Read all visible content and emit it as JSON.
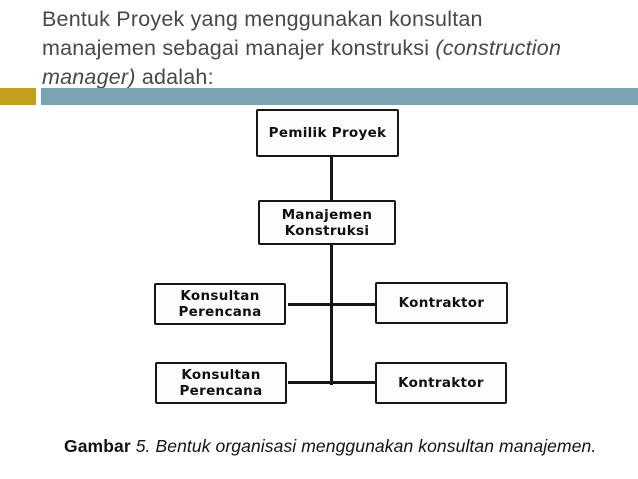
{
  "title": {
    "line1": "Bentuk Proyek yang menggunakan konsultan",
    "line2_normal": "manajemen sebagai manajer konstruksi",
    "line2_italic": "(construction",
    "line3_italic": "manager)",
    "line3_normal": "adalah:"
  },
  "accent_bar": {
    "gold_color": "#c4a01c",
    "teal_color": "#7ba4b2"
  },
  "diagram": {
    "type": "org-chart",
    "nodes": [
      {
        "id": "pemilik-proyek",
        "label": "Pemilik Proyek"
      },
      {
        "id": "manajemen-konstruksi",
        "label": "Manajemen\nKonstruksi"
      },
      {
        "id": "konsultan-perencana-1",
        "label": "Konsultan\nPerencana"
      },
      {
        "id": "kontraktor-1",
        "label": "Kontraktor"
      },
      {
        "id": "konsultan-perencana-2",
        "label": "Konsultan\nPerencana"
      },
      {
        "id": "kontraktor-2",
        "label": "Kontraktor"
      }
    ],
    "edges": [
      "pemilik-proyek -> manajemen-konstruksi",
      "manajemen-konstruksi -> konsultan-perencana-1",
      "manajemen-konstruksi -> kontraktor-1",
      "manajemen-konstruksi -> konsultan-perencana-2",
      "manajemen-konstruksi -> kontraktor-2"
    ]
  },
  "caption": {
    "label_bold": "Gambar",
    "number": "5.",
    "text": "Bentuk organisasi menggunakan konsultan manajemen."
  }
}
